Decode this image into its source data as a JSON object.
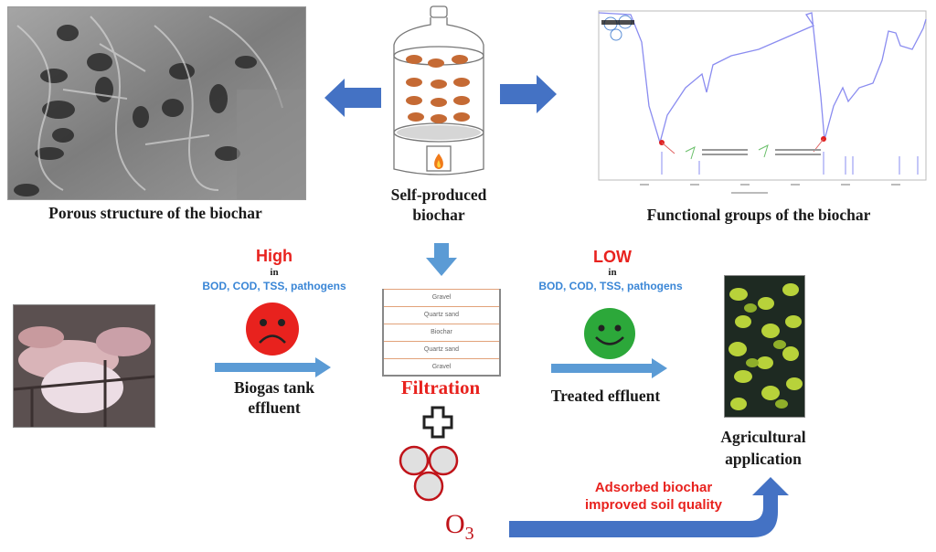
{
  "top": {
    "sem_caption": "Porous structure of the biochar",
    "reactor_caption_line1": "Self-produced",
    "reactor_caption_line2": "biochar",
    "ftir_caption": "Functional groups of the biochar"
  },
  "influent": {
    "level": "High",
    "in_word": "in",
    "parameters": "BOD, COD, TSS, pathogens",
    "face": "sad-face",
    "face_color": "#e8221e",
    "label_line1": "Biogas tank",
    "label_line2": "effluent"
  },
  "filter": {
    "layers": [
      "Gravel",
      "Quartz sand",
      "Biochar",
      "Quartz sand",
      "Gravel"
    ],
    "label": "Filtration",
    "plus": "plus-icon",
    "ozone_label": "O",
    "ozone_subscript": "3"
  },
  "effluent": {
    "level": "LOW",
    "in_word": "in",
    "parameters": "BOD, COD, TSS, pathogens",
    "face": "smiley-face",
    "face_color": "#2ca83a",
    "label": "Treated effluent"
  },
  "agriculture": {
    "label_line1": "Agricultural",
    "label_line2": "application",
    "arrow_text_line1": "Adsorbed biochar",
    "arrow_text_line2": "improved soil quality"
  },
  "colors": {
    "arrow_blue": "#4472c4",
    "arrow_light_blue": "#5b9bd5",
    "red": "#e8221e",
    "ozone_red": "#c0141a",
    "spectrum": "#8a8cf0"
  }
}
